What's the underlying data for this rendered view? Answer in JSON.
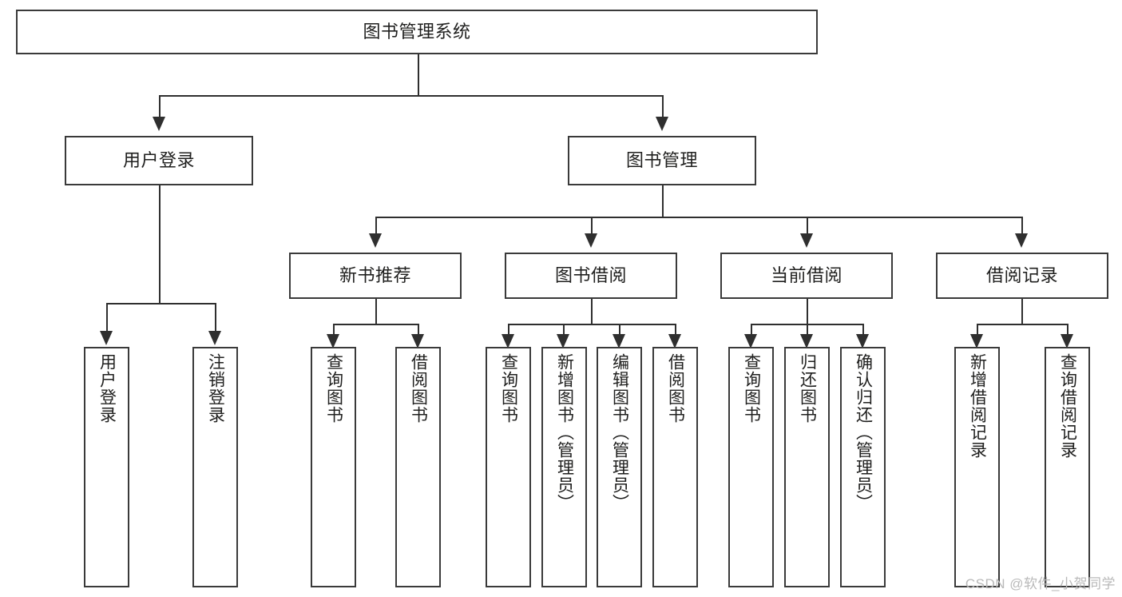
{
  "diagram": {
    "type": "tree-hierarchy",
    "title": "图书管理系统",
    "root": {
      "label": "图书管理系统"
    },
    "level1": [
      {
        "label": "用户登录"
      },
      {
        "label": "图书管理"
      }
    ],
    "level2": [
      {
        "label": "新书推荐"
      },
      {
        "label": "图书借阅"
      },
      {
        "label": "当前借阅"
      },
      {
        "label": "借阅记录"
      }
    ],
    "leaves": {
      "user_login": [
        {
          "label": "用户登录"
        },
        {
          "label": "注销登录"
        }
      ],
      "new_book_recommend": [
        {
          "label": "查询图书"
        },
        {
          "label": "借阅图书"
        }
      ],
      "book_borrow": [
        {
          "label": "查询图书"
        },
        {
          "label": "新增图书（管理员）"
        },
        {
          "label": "编辑图书（管理员）"
        },
        {
          "label": "借阅图书"
        }
      ],
      "current_borrow": [
        {
          "label": "查询图书"
        },
        {
          "label": "归还图书"
        },
        {
          "label": "确认归还（管理员）"
        }
      ],
      "borrow_record": [
        {
          "label": "新增借阅记录"
        },
        {
          "label": "查询借阅记录"
        }
      ]
    }
  },
  "watermark": {
    "text": "CSDN @软件_小贺同学"
  },
  "colors": {
    "box_border": "#3a3a3a",
    "line": "#2f2f2f",
    "text": "#20201f",
    "background": "#ffffff",
    "watermark": "#b9b9b9"
  }
}
